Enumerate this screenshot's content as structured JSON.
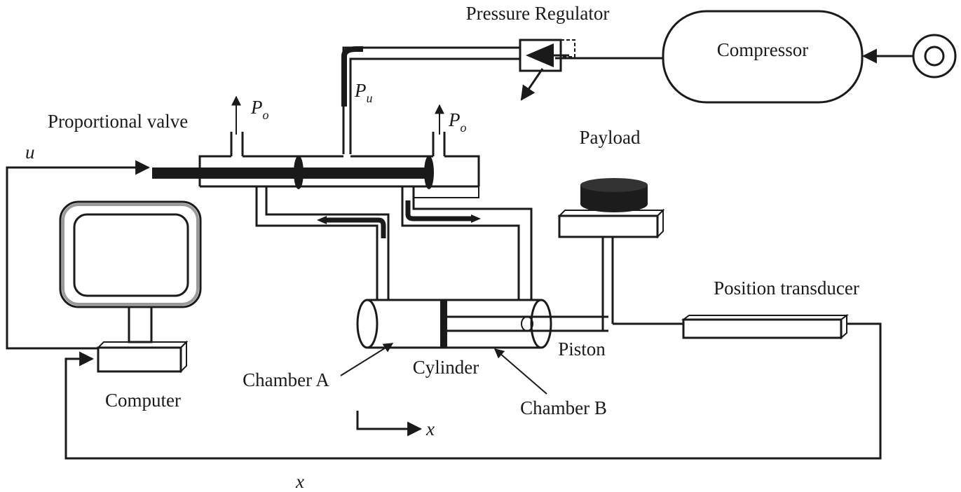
{
  "labels": {
    "pressure_regulator": "Pressure Regulator",
    "compressor": "Compressor",
    "proportional_valve": "Proportional valve",
    "payload": "Payload",
    "position_transducer": "Position transducer",
    "piston": "Piston",
    "cylinder": "Cylinder",
    "chamber_a": "Chamber A",
    "chamber_b": "Chamber B",
    "computer": "Computer"
  },
  "symbols": {
    "p": "P",
    "sub_o": "o",
    "sub_u": "u",
    "u": "u",
    "x": "x"
  },
  "colors": {
    "line": "#1a1a1a",
    "fill": "#ffffff",
    "payload": "#1c1c1c"
  }
}
